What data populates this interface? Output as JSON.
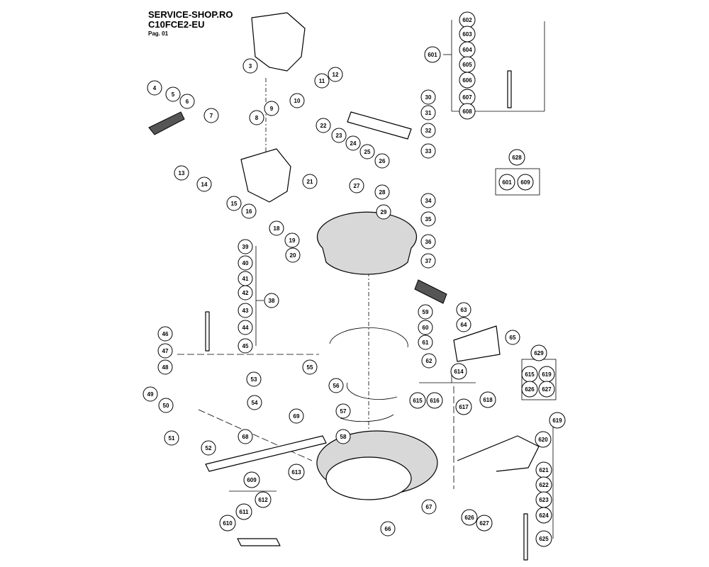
{
  "header": {
    "site": "SERVICE-SHOP.RO",
    "model": "C10FCE2-EU",
    "page": "Pag. 01"
  },
  "callouts": [
    "3",
    "4",
    "5",
    "6",
    "7",
    "8",
    "9",
    "10",
    "11",
    "12",
    "13",
    "14",
    "15",
    "16",
    "18",
    "19",
    "20",
    "21",
    "22",
    "23",
    "24",
    "25",
    "26",
    "27",
    "28",
    "29",
    "30",
    "31",
    "32",
    "33",
    "34",
    "35",
    "36",
    "37",
    "38",
    "39",
    "40",
    "41",
    "42",
    "43",
    "44",
    "45",
    "46",
    "47",
    "48",
    "49",
    "50",
    "51",
    "52",
    "53",
    "54",
    "55",
    "56",
    "57",
    "58",
    "59",
    "60",
    "61",
    "62",
    "63",
    "64",
    "65",
    "66",
    "67",
    "68",
    "69",
    "601",
    "602",
    "603",
    "604",
    "605",
    "606",
    "607",
    "608",
    "609",
    "610",
    "611",
    "612",
    "613",
    "614",
    "615",
    "616",
    "617",
    "618",
    "619",
    "620",
    "621",
    "622",
    "623",
    "624",
    "625",
    "626",
    "627",
    "628",
    "629"
  ],
  "kits": {
    "kit_628": {
      "label": "628",
      "items": [
        "601",
        "609"
      ]
    },
    "kit_629": {
      "label": "629",
      "items": [
        "615",
        "619",
        "626",
        "627"
      ]
    }
  }
}
